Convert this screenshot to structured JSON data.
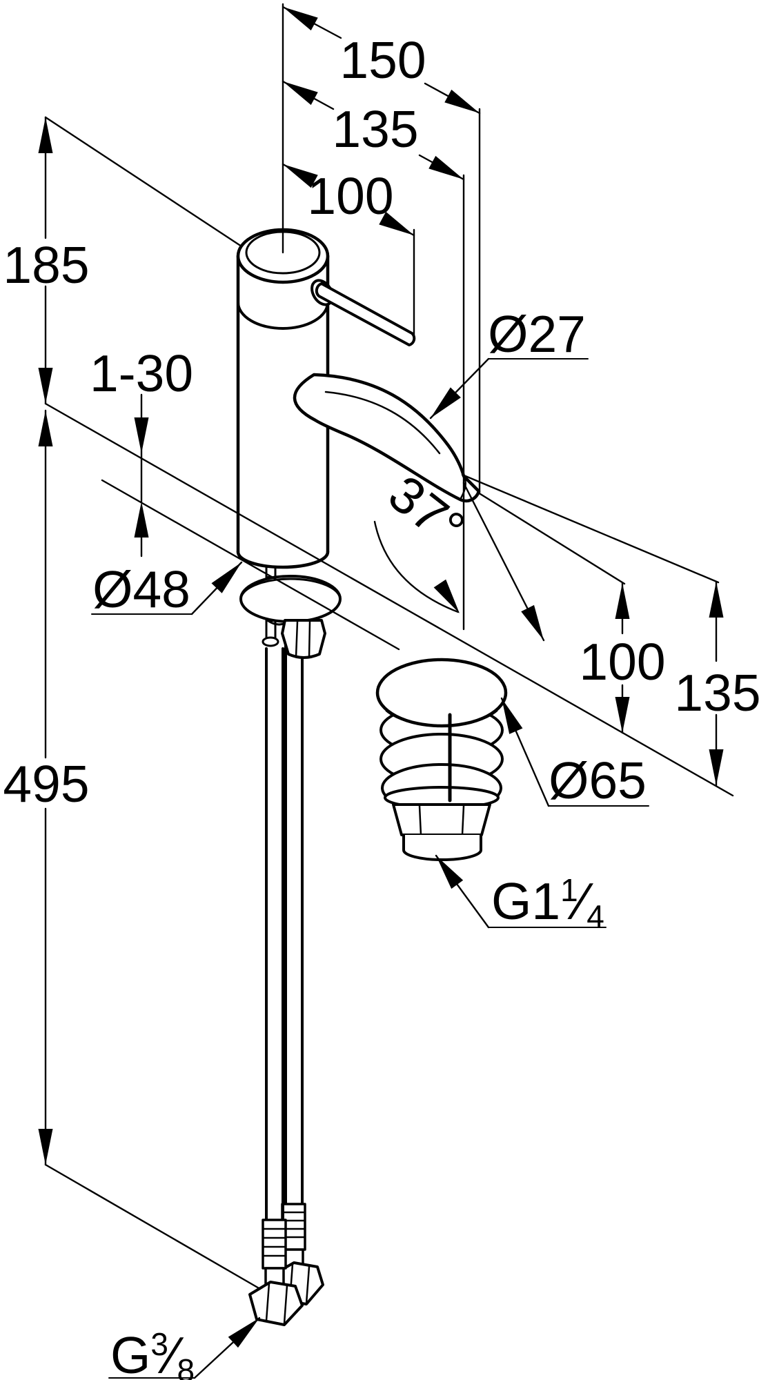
{
  "drawing": {
    "type": "technical-dimension-drawing",
    "subject": "Single-lever basin mixer with lever handle, curved spout, flexible supply hoses and pop-up waste — installation dimension drawing (oblique projection)",
    "units": "mm",
    "line_color": "#000000",
    "background": "#ffffff",
    "dimensions": {
      "reach_overall": "150",
      "reach_aerator": "135",
      "reach_handle": "100",
      "height_above_deck": "185",
      "deck_clamping_range": "1-30",
      "spout_tube_diameter": "Ø27",
      "body_diameter": "Ø48",
      "stream_angle": "37°",
      "outlet_height": "100",
      "outlet_top_height": "135",
      "connection_length": "495",
      "waste_plug_diameter": "Ø65",
      "waste_thread": {
        "prefix": "G1",
        "numerator": "1",
        "fraction_slash": "⁄",
        "denominator": "4",
        "full": "G1¼"
      },
      "supply_thread": {
        "prefix": "G",
        "numerator": "3",
        "fraction_slash": "⁄",
        "denominator": "8",
        "full": "G⅜"
      }
    }
  }
}
